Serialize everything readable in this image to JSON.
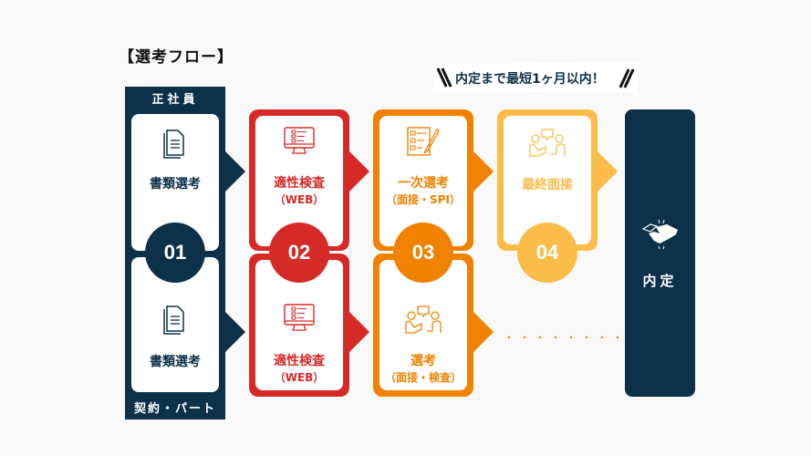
{
  "title": "【選考フロー】",
  "callout": {
    "text": "内定まで最短1ヶ月以内！"
  },
  "colors": {
    "navy": "#0d3149",
    "red": "#d62a27",
    "orange": "#f08200",
    "yellow": "#fbbc4a"
  },
  "tracks": {
    "fulltime": {
      "label": "正社員"
    },
    "contract": {
      "label": "契約・パート"
    }
  },
  "steps": [
    {
      "number": "01",
      "color": "navy",
      "top": {
        "label": "書類選考",
        "sub": "",
        "icon": "document-icon"
      },
      "bottom": {
        "label": "書類選考",
        "sub": "",
        "icon": "document-icon"
      }
    },
    {
      "number": "02",
      "color": "red",
      "top": {
        "label": "適性検査",
        "sub": "（WEB）",
        "icon": "monitor-checklist-icon"
      },
      "bottom": {
        "label": "適性検査",
        "sub": "（WEB）",
        "icon": "monitor-checklist-icon"
      }
    },
    {
      "number": "03",
      "color": "orange",
      "top": {
        "label": "一次選考",
        "sub": "（面接・SPI）",
        "icon": "checklist-pen-icon"
      },
      "bottom": {
        "label": "選考",
        "sub": "（面接・検査）",
        "icon": "interview-icon"
      }
    },
    {
      "number": "04",
      "color": "yellow",
      "top": {
        "label": "最終面接",
        "sub": "",
        "icon": "interview-icon"
      }
    }
  ],
  "continuation": "・・・・・・・・・",
  "final": {
    "label": "内定",
    "icon": "handshake-icon"
  }
}
